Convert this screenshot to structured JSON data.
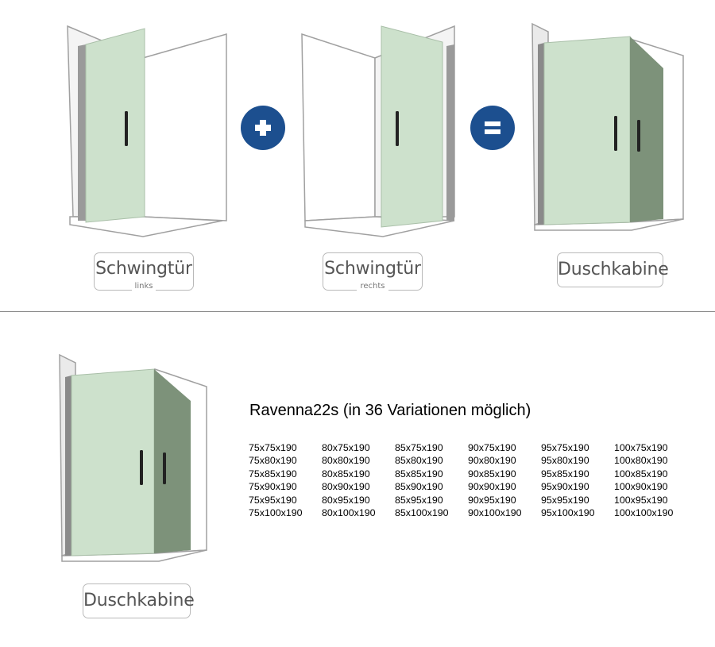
{
  "top_row": {
    "left": {
      "label": "Schwingtür",
      "sublabel": "links"
    },
    "operator_plus": "plus-icon",
    "middle": {
      "label": "Schwingtür",
      "sublabel": "rechts"
    },
    "operator_equals": "equals-icon",
    "right": {
      "label": "Duschkabine"
    }
  },
  "bottom": {
    "caption": "Duschkabine",
    "title": "Ravenna22s (in 36 Variationen möglich)",
    "columns": [
      [
        "75x75x190",
        "75x80x190",
        "75x85x190",
        "75x90x190",
        "75x95x190",
        "75x100x190"
      ],
      [
        "80x75x190",
        "80x80x190",
        "80x85x190",
        "80x90x190",
        "80x95x190",
        "80x100x190"
      ],
      [
        "85x75x190",
        "85x80x190",
        "85x85x190",
        "85x90x190",
        "85x95x190",
        "85x100x190"
      ],
      [
        "90x75x190",
        "90x80x190",
        "90x85x190",
        "90x90x190",
        "90x95x190",
        "90x100x190"
      ],
      [
        "95x75x190",
        "95x80x190",
        "95x85x190",
        "95x90x190",
        "95x95x190",
        "95x100x190"
      ],
      [
        "100x75x190",
        "100x80x190",
        "100x85x190",
        "100x90x190",
        "100x95x190",
        "100x100x190"
      ]
    ]
  },
  "colors": {
    "glass_front": "#cde1cc",
    "glass_side": "#7d927a",
    "operator_blue": "#1c4f8f",
    "frame_gray": "#9a9a9a"
  }
}
